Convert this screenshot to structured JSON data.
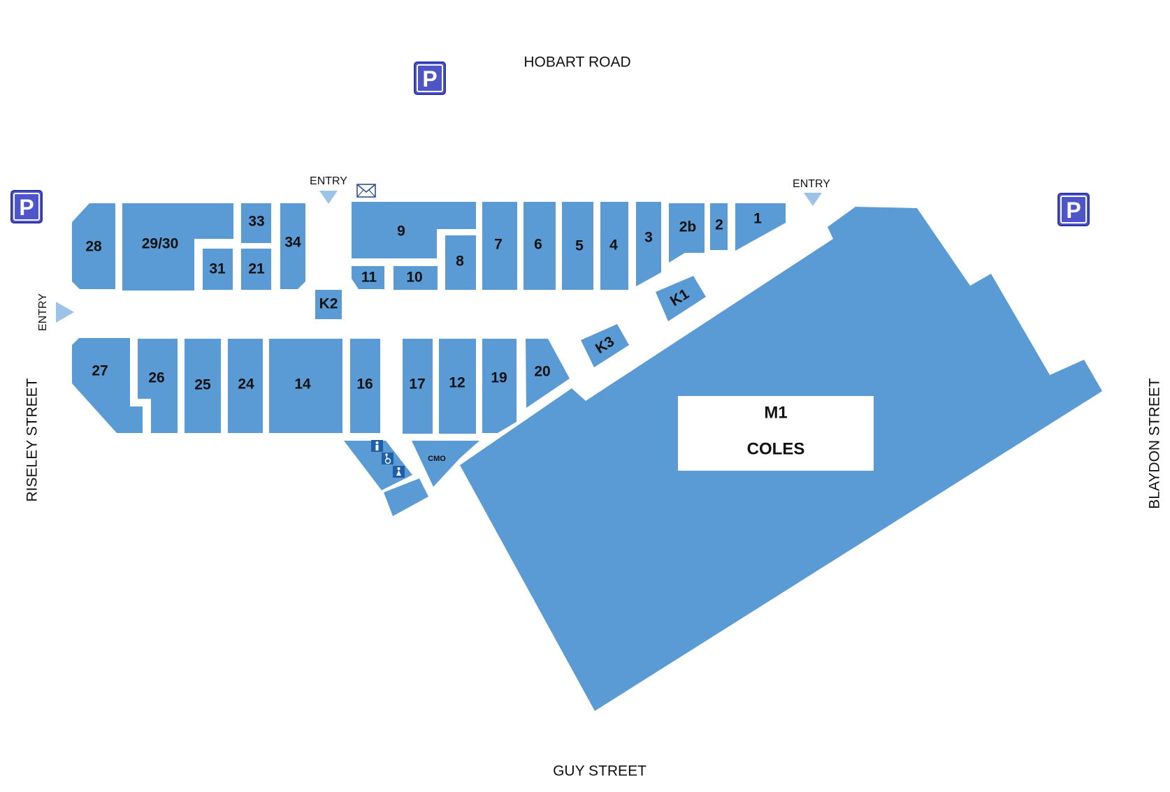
{
  "streets": {
    "north": "HOBART ROAD",
    "south": "GUY STREET",
    "west": "RISELEY STREET",
    "east": "BLAYDON STREET"
  },
  "entries": {
    "top_left": "ENTRY",
    "top_right": "ENTRY",
    "left": "ENTRY"
  },
  "parking": {
    "symbol": "P"
  },
  "icons": {
    "parking": "parking-icon",
    "post": "envelope-icon",
    "toilet_male": "male-toilet-icon",
    "toilet_accessible": "accessible-toilet-icon",
    "toilet_female": "female-toilet-icon",
    "entry_arrow": "triangle-arrow-icon"
  },
  "shops": {
    "s28": "28",
    "s29_30": "29/30",
    "s33": "33",
    "s34": "34",
    "s31": "31",
    "s21": "21",
    "s9": "9",
    "s11": "11",
    "s10": "10",
    "s8": "8",
    "s7": "7",
    "s6": "6",
    "s5": "5",
    "s4": "4",
    "s3": "3",
    "s2b": "2b",
    "s2": "2",
    "s1": "1",
    "k2": "K2",
    "k1": "K1",
    "k3": "K3",
    "s27": "27",
    "s26": "26",
    "s25": "25",
    "s24": "24",
    "s14": "14",
    "s16": "16",
    "s17": "17",
    "s12": "12",
    "s19": "19",
    "s20": "20",
    "cmo": "CMO"
  },
  "anchor": {
    "code": "M1",
    "name": "COLES"
  },
  "colors": {
    "shop": "#5b9bd5",
    "arrow": "#9dc3e6",
    "parking": "#4e55c8",
    "toilet": "#1f5fa8"
  }
}
